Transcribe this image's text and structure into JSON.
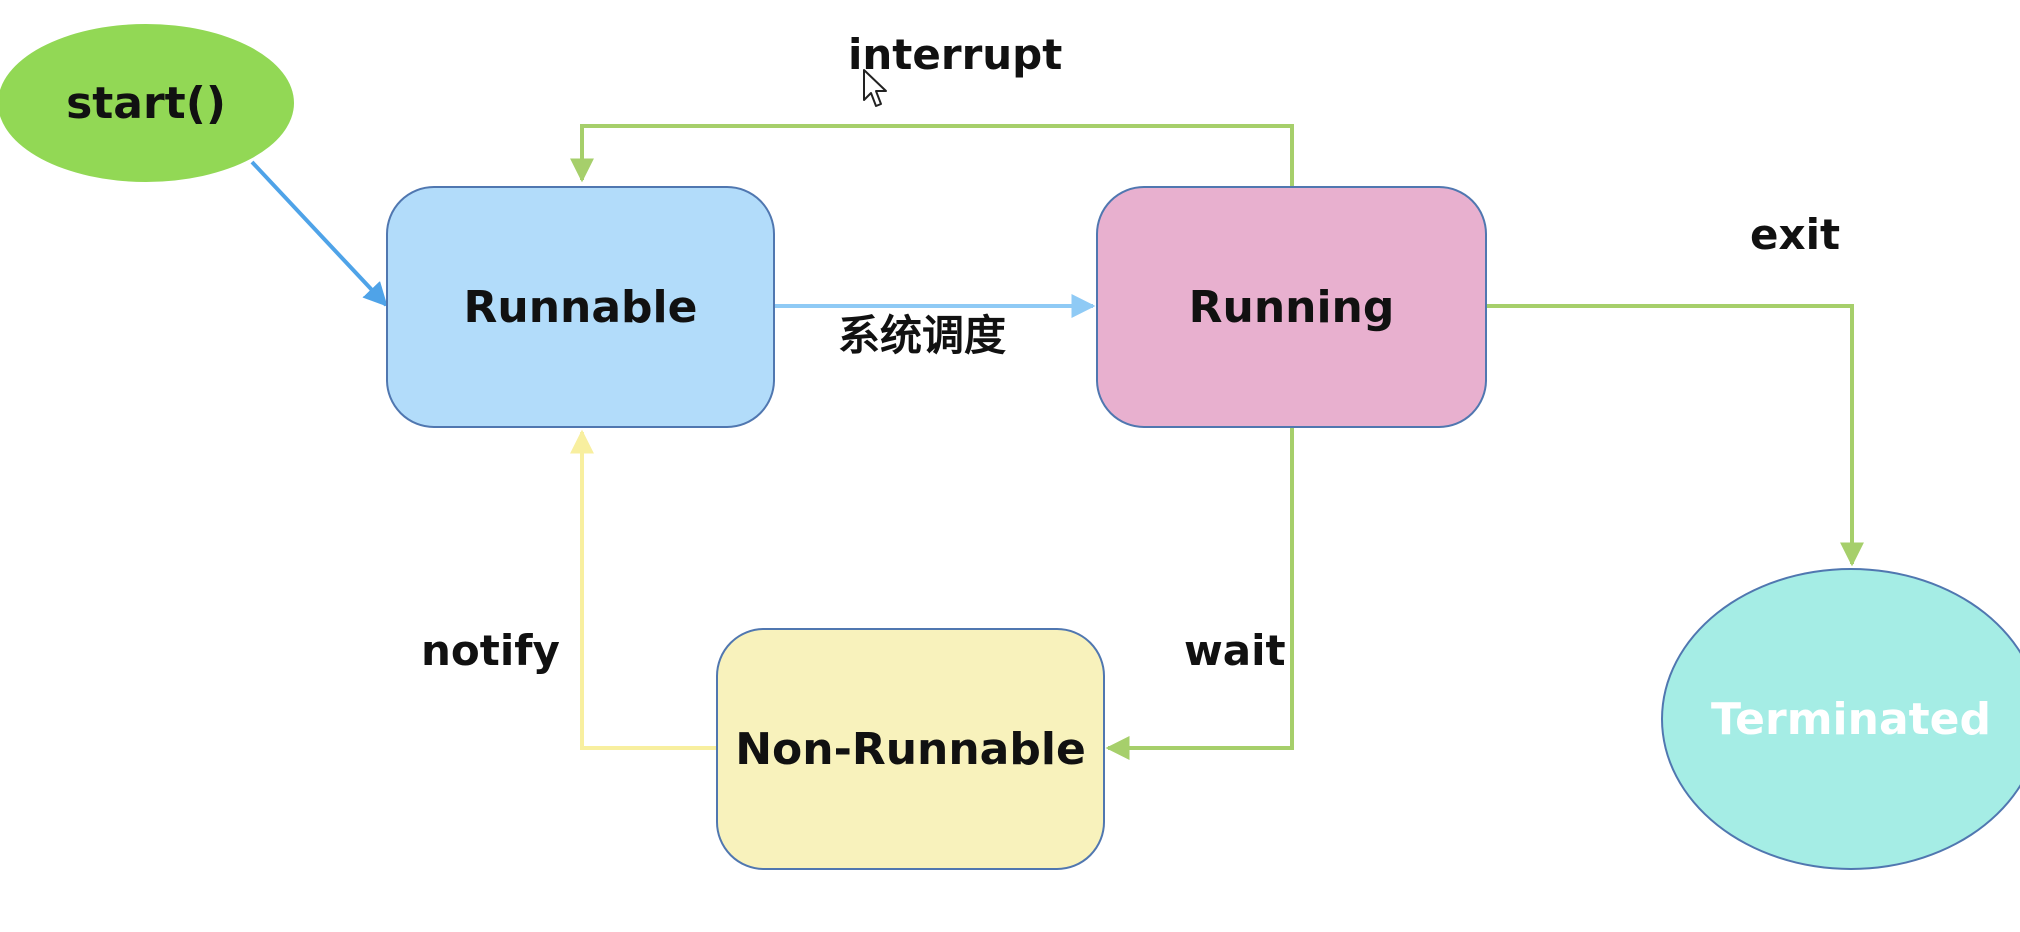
{
  "colors": {
    "start_fill": "#92d855",
    "runnable_fill": "#b2dcfa",
    "running_fill": "#e8b0cf",
    "non_runnable_fill": "#f8f2bc",
    "terminated_fill": "#a5ede5",
    "node_border": "#5077b0",
    "blue_arrow": "#4fa3e8",
    "light_blue_arrow": "#8fcaf5",
    "green_arrow": "#a6cf6b",
    "yellow_arrow": "#f8ef9f"
  },
  "nodes": {
    "start": "start()",
    "runnable": "Runnable",
    "running": "Running",
    "non_runnable": "Non-Runnable",
    "terminated": "Terminated"
  },
  "edge_labels": {
    "interrupt": "interrupt",
    "schedule": "系统调度",
    "exit": "exit",
    "wait": "wait",
    "notify": "notify"
  }
}
